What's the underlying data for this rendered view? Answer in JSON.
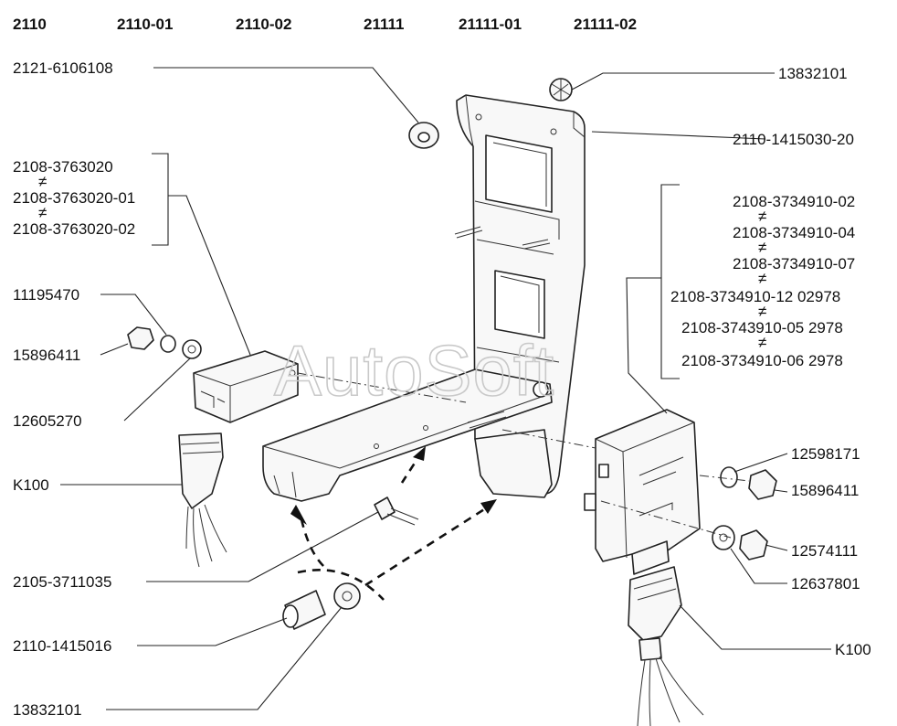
{
  "models": [
    "2110",
    "2110-01",
    "2110-02",
    "21111",
    "21111-01",
    "21111-02"
  ],
  "watermark": "AutoSoft",
  "labels": {
    "bracket_screw": "2121-6106108",
    "top_clip": "13832101",
    "bracket": "2110-1415030-20",
    "relay_1": "2108-3763020",
    "relay_2": "2108-3763020-01",
    "relay_3": "2108-3763020-02",
    "washer_left": "11195470",
    "nut_left": "15896411",
    "washer_left_2": "12605270",
    "connector_left": "K100",
    "bolt": "2105-3711035",
    "bushing": "2110-1415016",
    "clip_bottom": "13832101",
    "ecu_1": "2108-3734910-02",
    "ecu_2": "2108-3734910-04",
    "ecu_3": "2108-3734910-07",
    "ecu_4": "2108-3734910-12 02978",
    "ecu_5": "2108-3743910-05 2978",
    "ecu_6": "2108-3734910-06 2978",
    "washer_right": "12598171",
    "nut_right": "15896411",
    "nut_right_2": "12574111",
    "washer_right_2": "12637801",
    "connector_right": "K100"
  },
  "not_equal_symbol": "≠"
}
